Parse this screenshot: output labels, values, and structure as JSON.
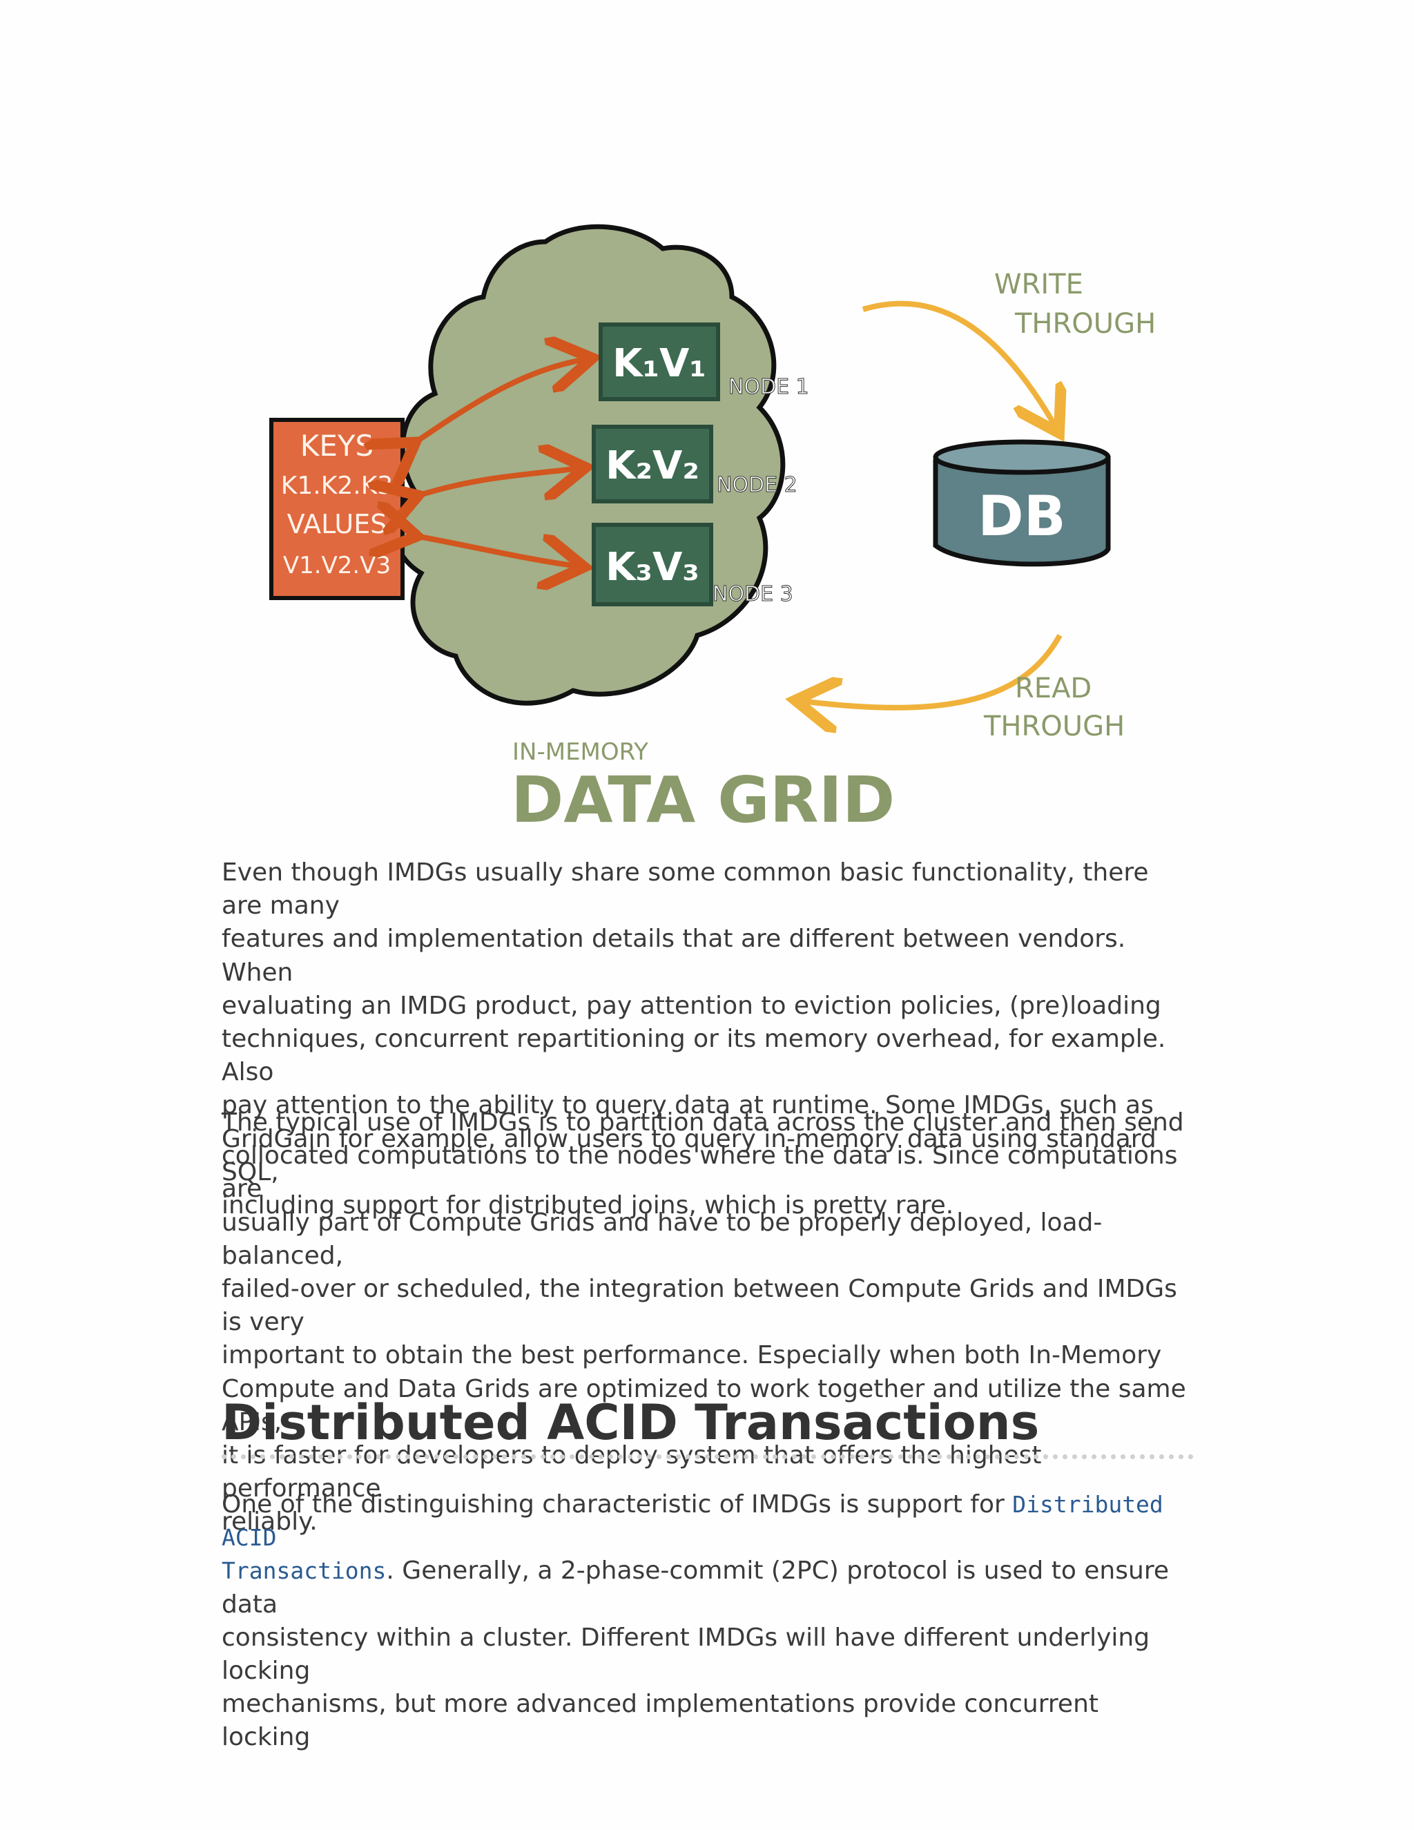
{
  "figure": {
    "keys_box": [
      "KEYS",
      "K1.K2.K3",
      "VALUES",
      "V1.V2.V3"
    ],
    "nodes": [
      {
        "kv": "K₁V₁",
        "label": "NODE 1"
      },
      {
        "kv": "K₂V₂",
        "label": "NODE 2"
      },
      {
        "kv": "K₃V₃",
        "label": "NODE 3"
      }
    ],
    "db_label": "DB",
    "write_through": [
      "WRITE",
      "THROUGH"
    ],
    "read_through": [
      "READ",
      "THROUGH"
    ],
    "caption_small": "IN-MEMORY",
    "caption_big": "DATA GRID",
    "colors": {
      "keys_box": "#e0693f",
      "cloud": "#a3b08a",
      "kv_box": "#3e6a52",
      "db": "#5f8188",
      "arrow_red": "#d2561e",
      "arrow_yellow": "#f0b23b",
      "label_green": "#8a9a6a"
    }
  },
  "paragraphs": {
    "p1": "Even though IMDGs usually share some common basic functionality, there are many\nfeatures and implementation details that are different between vendors. When\nevaluating an IMDG product, pay attention to eviction policies, (pre)loading\ntechniques, concurrent repartitioning or its memory overhead, for example. Also\npay attention to the ability to query data at runtime. Some IMDGs, such as\nGridGain for example, allow users to query in-memory data using standard SQL,\nincluding support for distributed joins, which is pretty rare.",
    "p2": "The typical use of IMDGs is to partition data across the cluster and then send\ncollocated computations to the nodes where the data is. Since computations are\nusually part of Compute Grids and have to be properly deployed, load-balanced,\nfailed-over or scheduled, the integration between Compute Grids and IMDGs is very\nimportant to obtain the best performance. Especially when both In-Memory\nCompute and Data Grids are optimized to work together and utilize the same APIs,\nit is faster for developers to deploy system that offers the highest performance\nreliably.",
    "p3_before": "One of the distinguishing characteristic of IMDGs is support for ",
    "p3_link_line1": "Distributed ACID",
    "p3_link_line2": "Transactions",
    "p3_after": ". Generally, a 2-phase-commit (2PC) protocol is used to ensure data\nconsistency within a cluster. Different IMDGs will have different underlying locking\nmechanisms, but more advanced implementations provide concurrent locking"
  },
  "heading": "Distributed ACID Transactions"
}
